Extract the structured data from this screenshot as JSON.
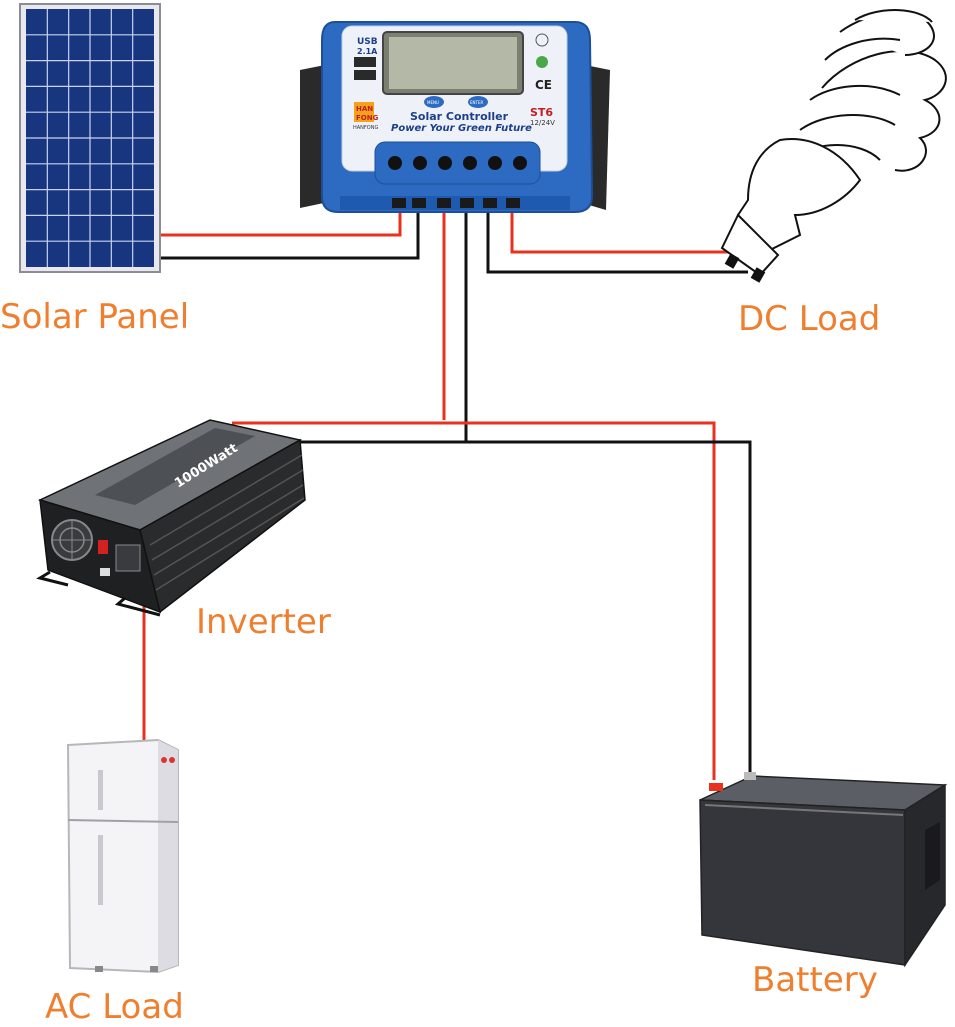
{
  "colors": {
    "label": "#ef7f2f",
    "wire_positive": "#e8321e",
    "wire_negative": "#111111",
    "controller_body": "#2f6fc2",
    "panel_cell": "#1f3f8f"
  },
  "labels": {
    "solar_panel": "Solar Panel",
    "dc_load": "DC Load",
    "inverter": "Inverter",
    "ac_load": "AC Load",
    "battery": "Battery"
  },
  "controller": {
    "title": "Solar Controller",
    "slogan": "Power Your Green Future",
    "usb": "USB",
    "usb_current": "2.1A",
    "model": "ST6",
    "voltage": "12/24V",
    "brand_top": "HAN",
    "brand_bottom": "FONG",
    "brand_name": "HANFONG",
    "ce_mark": "CE",
    "btn_left": "MENU",
    "btn_right": "ENTER"
  },
  "inverter": {
    "rating": "1000Watt"
  },
  "icons": {
    "solar_panel": "solar-panel-icon",
    "controller": "charge-controller-icon",
    "bulb": "cfl-bulb-icon",
    "inverter": "power-inverter-icon",
    "fridge": "refrigerator-icon",
    "battery": "battery-icon"
  }
}
